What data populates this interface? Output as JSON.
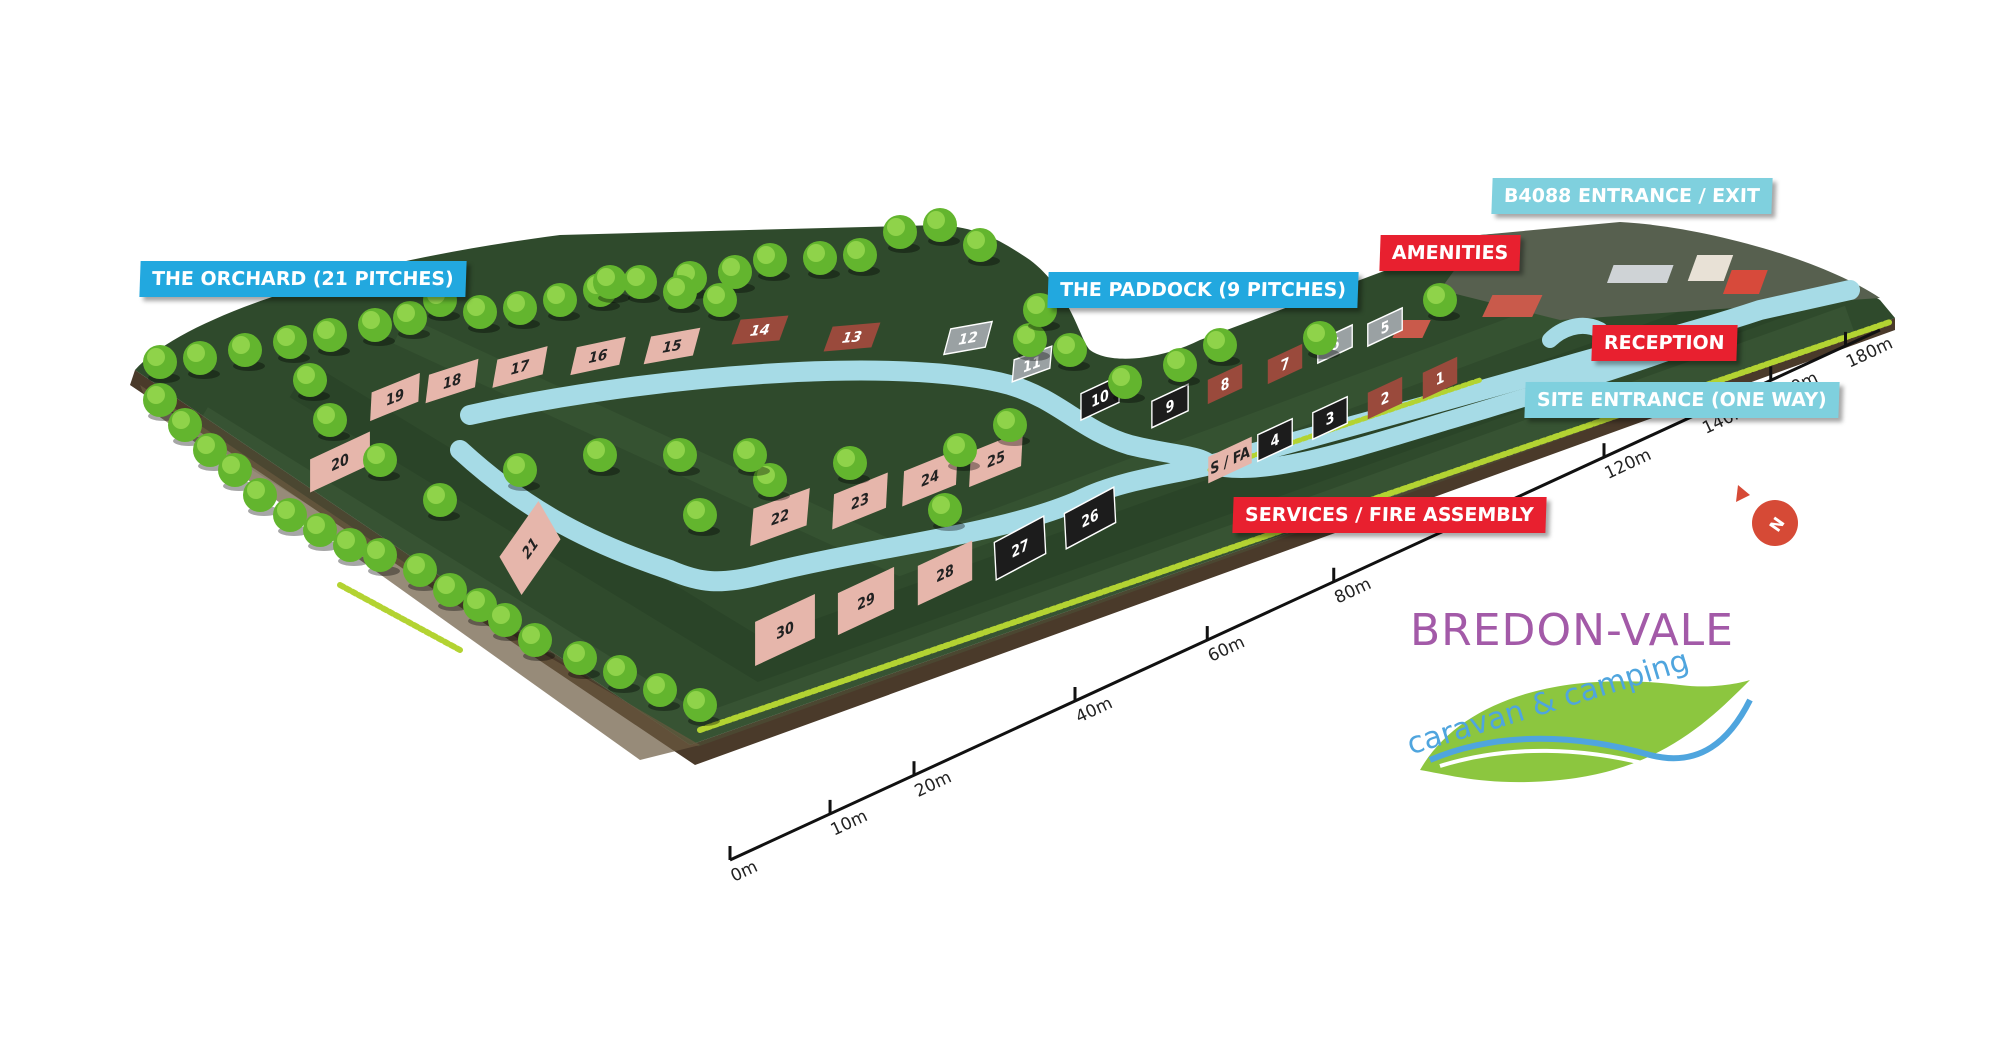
{
  "colors": {
    "grass": "#2f4a2c",
    "grass_light": "#3b5a35",
    "road": "#a6dbe6",
    "pitch_pink": "#e6b6ab",
    "pitch_brown": "#9a4a3c",
    "pitch_grey": "#9aa1a3",
    "pitch_black": "#1c1c1c",
    "label_blue": "#22a8df",
    "label_lightblue": "#7fd0de",
    "label_red": "#e8202f",
    "logo_purple": "#a35aa8",
    "logo_blue": "#4fa5de",
    "logo_green": "#8cc63f",
    "hedge": "#b3d332",
    "tree": "#63b52e"
  },
  "labels": {
    "orchard": "THE ORCHARD (21 PITCHES)",
    "paddock": "THE PADDOCK (9 PITCHES)",
    "amenities": "AMENITIES",
    "entrance_exit": "B4088 ENTRANCE / EXIT",
    "reception": "RECEPTION",
    "site_entrance": "SITE ENTRANCE (ONE WAY)",
    "services": "SERVICES / FIRE ASSEMBLY"
  },
  "pitches": [
    {
      "id": "1",
      "type": "brown"
    },
    {
      "id": "2",
      "type": "brown"
    },
    {
      "id": "3",
      "type": "black"
    },
    {
      "id": "4",
      "type": "black"
    },
    {
      "id": "5",
      "type": "grey"
    },
    {
      "id": "6",
      "type": "grey"
    },
    {
      "id": "7",
      "type": "brown"
    },
    {
      "id": "8",
      "type": "brown"
    },
    {
      "id": "9",
      "type": "black"
    },
    {
      "id": "10",
      "type": "black"
    },
    {
      "id": "11",
      "type": "grey"
    },
    {
      "id": "12",
      "type": "grey"
    },
    {
      "id": "13",
      "type": "brown"
    },
    {
      "id": "14",
      "type": "brown"
    },
    {
      "id": "15",
      "type": "pink"
    },
    {
      "id": "16",
      "type": "pink"
    },
    {
      "id": "17",
      "type": "pink"
    },
    {
      "id": "18",
      "type": "pink"
    },
    {
      "id": "19",
      "type": "pink"
    },
    {
      "id": "20",
      "type": "pink"
    },
    {
      "id": "21",
      "type": "pink"
    },
    {
      "id": "22",
      "type": "pink"
    },
    {
      "id": "23",
      "type": "pink"
    },
    {
      "id": "24",
      "type": "pink"
    },
    {
      "id": "25",
      "type": "pink"
    },
    {
      "id": "26",
      "type": "black"
    },
    {
      "id": "27",
      "type": "black"
    },
    {
      "id": "28",
      "type": "pink"
    },
    {
      "id": "29",
      "type": "pink"
    },
    {
      "id": "30",
      "type": "pink"
    },
    {
      "id": "S / FA",
      "type": "pink"
    }
  ],
  "scale_bar": [
    "0m",
    "10m",
    "20m",
    "40m",
    "60m",
    "80m",
    "120m",
    "140m",
    "160m",
    "180m"
  ],
  "north_marker": "N",
  "logo": {
    "title": "BREDON-VALE",
    "subtitle": "caravan & camping"
  }
}
